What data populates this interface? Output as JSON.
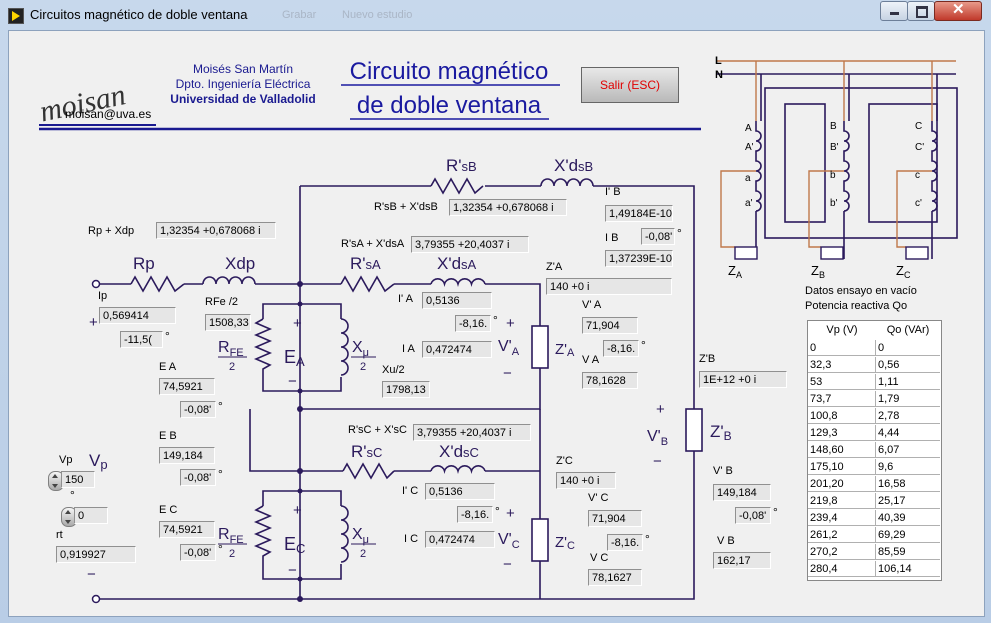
{
  "window": {
    "title": "Circuitos magnético de doble ventana",
    "ghost_items": [
      "Grabar",
      "Nuevo estudio"
    ]
  },
  "header": {
    "logo": "moisan",
    "email": "moisan@uva.es",
    "author": "Moisés San Martín",
    "department": "Dpto. Ingeniería Eléctrica",
    "university": "Universidad de Valladolid",
    "title_line1": "Circuito magnético",
    "title_line2": "de doble ventana",
    "exit_label": "Salir (ESC)"
  },
  "schematic": {
    "l_label": "L",
    "n_label": "N",
    "winding_labels": [
      "A",
      "A'",
      "a",
      "a'",
      "B",
      "B'",
      "b",
      "b'",
      "C",
      "C'",
      "c",
      "c'"
    ],
    "load_labels": [
      "Z",
      "Z",
      "Z"
    ],
    "load_subs": [
      "A",
      "B",
      "C"
    ]
  },
  "circuit_labels": {
    "rp": "Rp",
    "xdp": "Xdp",
    "rfe2": "RFe /2",
    "rfe_main": "R",
    "rfe_sub": "FE",
    "two": "2",
    "ea": "E",
    "ea_sub": "A",
    "ec": "E",
    "ec_sub": "C",
    "xmu": "X",
    "xmu_sub": "μ",
    "rsb": "R'",
    "rsb_sub": "sB",
    "xdsb": "X'd",
    "xdsb_sub": "sB",
    "rsa": "R'",
    "rsa_sub": "sA",
    "xdsa": "X'd",
    "xdsa_sub": "sA",
    "rsc": "R'",
    "rsc_sub": "sC",
    "xdsc": "X'd",
    "xdsc_sub": "sC",
    "za": "Z'",
    "za_sub": "A",
    "zb": "Z'",
    "zb_sub": "B",
    "zc": "Z'",
    "zc_sub": "C",
    "va": "V'",
    "va_sub": "A",
    "vb": "V'",
    "vb_sub": "B",
    "vc": "V'",
    "vc_sub": "C",
    "vp": "V",
    "vp_sub": "p",
    "plus": "+",
    "minus": "−"
  },
  "fields": {
    "rp_xdp": {
      "label": "Rp + Xdp",
      "value": "1,32354 +0,678068 i"
    },
    "ip": {
      "label": "Ip",
      "mag": "0,569414",
      "ang": "-11,5("
    },
    "rfe2": {
      "value": "1508,33"
    },
    "xu2": {
      "label": "Xu/2",
      "value": "1798,13"
    },
    "ea": {
      "label": "E A",
      "mag": "74,5921",
      "ang": "-0,08'"
    },
    "eb": {
      "label": "E B",
      "mag": "149,184",
      "ang": "-0,08'"
    },
    "ec": {
      "label": "E C",
      "mag": "74,5921",
      "ang": "-0,08'"
    },
    "vp": {
      "label": "Vp",
      "value": "150",
      "ang": "0"
    },
    "rt": {
      "label": "rt",
      "value": "0,919927"
    },
    "rsb_xdsb": {
      "label": "R'sB + X'dsB",
      "value": "1,32354 +0,678068 i"
    },
    "ipb": {
      "label": "I' B",
      "value": "1,49184E-10"
    },
    "ib": {
      "label": "I B",
      "ang": "-0,08'",
      "value": "1,37239E-10"
    },
    "rsa_xdsa": {
      "label": "R'sA + X'dsA",
      "value": "3,79355 +20,4037 i"
    },
    "zpa": {
      "label": "Z'A",
      "value": "140 +0 i"
    },
    "ipa": {
      "label": "I' A",
      "mag": "0,5136",
      "ang": "-8,16."
    },
    "ia": {
      "label": "I A",
      "value": "0,472474"
    },
    "vpa": {
      "label": "V' A",
      "mag": "71,904",
      "ang": "-8,16."
    },
    "vap": {
      "label": "V A",
      "value": "78,1628"
    },
    "zpb": {
      "label": "Z'B",
      "value": "1E+12 +0 i"
    },
    "vpb": {
      "label": "V' B",
      "mag": "149,184",
      "ang": "-0,08'"
    },
    "vb": {
      "label": "V B",
      "value": "162,17"
    },
    "rsc_xsc": {
      "label": "R'sC + X'sC",
      "value": "3,79355 +20,4037 i"
    },
    "zpc": {
      "label": "Z'C",
      "value": "140 +0 i"
    },
    "ipc": {
      "label": "I' C",
      "mag": "0,5136",
      "ang": "-8,16."
    },
    "ic": {
      "label": "I C",
      "value": "0,472474"
    },
    "vpc": {
      "label": "V' C",
      "mag": "71,904",
      "ang": "-8,16."
    },
    "vc": {
      "label": "V C",
      "value": "78,1627"
    },
    "deg": "°"
  },
  "table": {
    "title1": "Datos ensayo en vacío",
    "title2": "Potencia reactiva Qo",
    "headers": [
      "Vp (V)",
      "Qo (VAr)"
    ],
    "rows": [
      [
        "0",
        "0"
      ],
      [
        "32,3",
        "0,56"
      ],
      [
        "53",
        "1,11"
      ],
      [
        "73,7",
        "1,79"
      ],
      [
        "100,8",
        "2,78"
      ],
      [
        "129,3",
        "4,44"
      ],
      [
        "148,60",
        "6,07"
      ],
      [
        "175,10",
        "9,6"
      ],
      [
        "201,20",
        "16,58"
      ],
      [
        "219,8",
        "25,17"
      ],
      [
        "239,4",
        "40,39"
      ],
      [
        "261,2",
        "69,29"
      ],
      [
        "270,2",
        "85,59"
      ],
      [
        "280,4",
        "106,14"
      ]
    ]
  },
  "colors": {
    "wire": "#2b1a5c",
    "title_text": "#1a1aa0",
    "l_line": "#c0784a",
    "exit_text": "#e00000"
  }
}
